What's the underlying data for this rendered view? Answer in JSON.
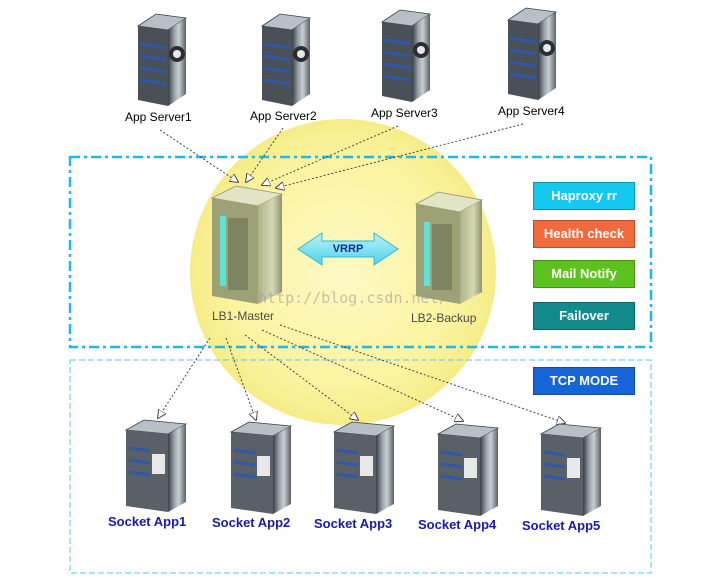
{
  "app_servers": [
    {
      "label": "App Server1"
    },
    {
      "label": "App Server2"
    },
    {
      "label": "App Server3"
    },
    {
      "label": "App Server4"
    }
  ],
  "load_balancers": {
    "master": {
      "label": "LB1-Master"
    },
    "backup": {
      "label": "LB2-Backup"
    },
    "link_label": "VRRP"
  },
  "features": [
    {
      "label": "Haproxy rr",
      "color": "#14c8f0"
    },
    {
      "label": "Health check",
      "color": "#f06a3c"
    },
    {
      "label": "Mail Notify",
      "color": "#5cc31e"
    },
    {
      "label": "Failover",
      "color": "#138a8c"
    }
  ],
  "mode_badge": {
    "label": "TCP MODE",
    "color": "#1565d8"
  },
  "socket_apps": [
    {
      "label": "Socket App1"
    },
    {
      "label": "Socket App2"
    },
    {
      "label": "Socket App3"
    },
    {
      "label": "Socket App4"
    },
    {
      "label": "Socket App5"
    }
  ],
  "watermark": "http://blog.csdn.net/",
  "colors": {
    "ha_box_border": "#20b8e8",
    "tcp_box_border": "#58c8ee",
    "halo": "#fbf6a8"
  }
}
